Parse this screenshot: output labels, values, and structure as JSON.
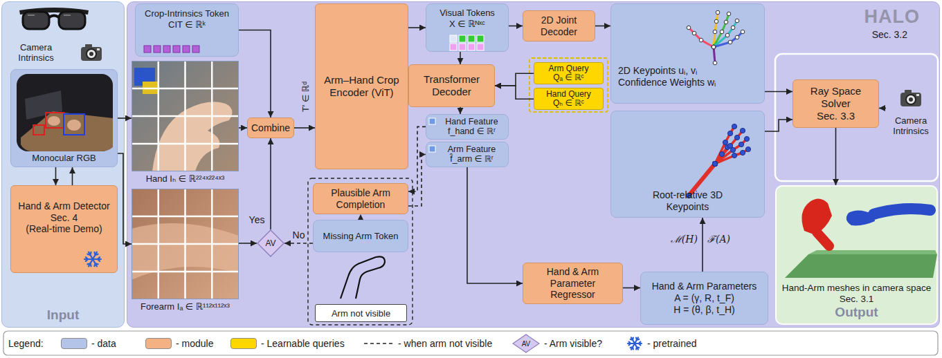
{
  "diagram": {
    "nodes": [
      {
        "text": [
          "Input"
        ]
      },
      {
        "text": [
          "Monocular RGB"
        ],
        "in": 0
      },
      {
        "text": [
          "Hand & Arm Detector",
          "Sec. 4",
          "(Real-time Demo)"
        ],
        "in": 0
      },
      {
        "text": [
          "HALO",
          "Sec. 3.2"
        ]
      },
      {
        "text": [
          "Crop-Intrinsics Token",
          "CIT ∈ ℝᵏ"
        ],
        "in": 3
      },
      {
        "text": [
          "Hand Iₕ ∈ ℝ²²⁴ˣ²²⁴ˣ³"
        ],
        "in": 3
      },
      {
        "text": [
          "Forearm Iₐ ∈ ℝ¹¹²ˣ¹¹²ˣ³"
        ],
        "in": 3
      },
      {
        "text": [
          "Combine"
        ],
        "in": 3
      },
      {
        "text": [
          "AV"
        ],
        "in": 3
      },
      {
        "text": [
          "Arm–Hand Crop Encoder (ViT)"
        ],
        "in": 3
      },
      {
        "text": [
          "Visual Tokens",
          "X ∈ ℝᴺˣᶜ"
        ],
        "in": 3
      },
      {
        "text": [
          "2D Joint Decoder"
        ],
        "in": 3
      },
      {
        "text": [
          "2D Keypoints uᵢ, vᵢ Confidence Weights wᵢ"
        ],
        "in": 3
      },
      {
        "text": [
          "Transformer Decoder"
        ],
        "in": 3
      },
      {
        "text": [
          "Arm Query",
          "Qₐ ∈ ℝᶜ"
        ],
        "in": 3
      },
      {
        "text": [
          "Hand Query",
          "Qₕ ∈ ℝᶜ"
        ],
        "in": 3
      },
      {
        "text": [
          "Hand Feature",
          "f_hand ∈ ℝʳ"
        ],
        "in": 3
      },
      {
        "text": [
          "Arm Feature",
          "f̂_arm ∈ ℝʳ"
        ],
        "in": 3
      },
      {
        "text": [
          "Plausible Arm Completion"
        ],
        "in": 3
      },
      {
        "text": [
          "Missing Arm Token"
        ],
        "in": 3
      },
      {
        "text": [
          "Arm not visible"
        ],
        "in": 3
      },
      {
        "text": [
          "Hand & Arm Parameter Regressor"
        ],
        "in": 3
      },
      {
        "text": [
          "Hand & Arm Parameters",
          "A = (γ, R, t_F)",
          "H = (θ, β, t_H)"
        ],
        "in": 3
      },
      {
        "text": [
          "Root-relative 3D Keypoints"
        ],
        "in": 3
      },
      {
        "text": [
          "Ray Space Solver",
          "Sec. 3.3"
        ],
        "in": 3
      },
      {
        "text": [
          "Camera Intrinsics"
        ],
        "in": 3
      },
      {
        "text": [
          "Hand-Arm meshes in camera space",
          "Sec. 3.1",
          "Output"
        ],
        "in": 3
      }
    ],
    "edges": [
      {
        "from": 1,
        "to": 2,
        "arrow": "to"
      },
      {
        "from": 2,
        "to": 1,
        "arrow": "to"
      },
      {
        "from": 1,
        "to": 5,
        "arrow": "to"
      },
      {
        "from": 1,
        "to": 6,
        "arrow": "to"
      },
      {
        "from": 4,
        "to": 7,
        "arrow": "to"
      },
      {
        "from": 5,
        "to": 7,
        "arrow": "to"
      },
      {
        "from": 6,
        "to": 8,
        "arrow": "to"
      },
      {
        "from": 8,
        "to": 7,
        "label": "Yes",
        "arrow": "to"
      },
      {
        "from": 19,
        "to": 8,
        "label": "No",
        "arrow": "to"
      },
      {
        "from": 7,
        "to": 9,
        "arrow": "to"
      },
      {
        "from": 9,
        "to": 10,
        "arrow": "to"
      },
      {
        "from": 10,
        "to": 11,
        "arrow": "to"
      },
      {
        "from": 11,
        "to": 12,
        "arrow": "to"
      },
      {
        "from": 10,
        "to": 13,
        "arrow": "to"
      },
      {
        "from": 14,
        "to": 13,
        "arrow": "to"
      },
      {
        "from": 15,
        "to": 13,
        "arrow": "to"
      },
      {
        "from": 13,
        "to": 16,
        "arrow": "to"
      },
      {
        "from": 16,
        "to": 18,
        "arrow": "to"
      },
      {
        "from": 18,
        "to": 17,
        "arrow": "to"
      },
      {
        "from": 19,
        "to": 18,
        "arrow": "to"
      },
      {
        "from": 17,
        "to": 21,
        "arrow": "to"
      },
      {
        "from": 21,
        "to": 22,
        "arrow": "to"
      },
      {
        "from": 22,
        "to": 23,
        "arrow": "to"
      },
      {
        "from": 12,
        "to": 24,
        "arrow": "to"
      },
      {
        "from": 23,
        "to": 24,
        "arrow": "to"
      },
      {
        "from": 25,
        "to": 24,
        "arrow": "to"
      },
      {
        "from": 24,
        "to": 26,
        "arrow": "to"
      }
    ],
    "labels": [
      "Camera Intrinsics",
      "T′ ∈ ℝᵈ",
      "ℳ(H)",
      "ℱ(A)",
      "Legend:",
      "AV"
    ],
    "legend": [
      {
        "text": "- data",
        "color": "#b4c3e8"
      },
      {
        "text": "- module",
        "color": "#f4b183"
      },
      {
        "text": "- Learnable queries",
        "color": "#ffd700"
      },
      {
        "text": "- when arm not visible"
      },
      {
        "text": "- Arm visible?"
      },
      {
        "text": "- pretrained"
      }
    ]
  }
}
